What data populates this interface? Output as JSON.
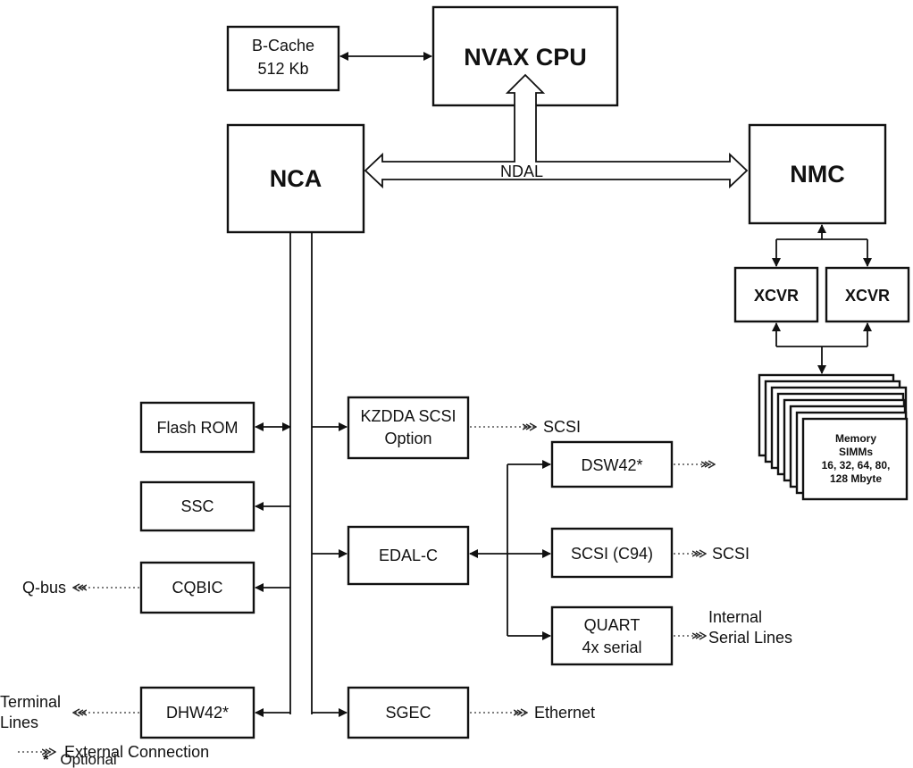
{
  "cpu": "NVAX CPU",
  "bcache": [
    "B-Cache",
    "512 Kb"
  ],
  "nca": "NCA",
  "nmc": "NMC",
  "ndal": "NDAL",
  "xcvr_left": "XCVR",
  "xcvr_right": "XCVR",
  "memory": [
    "Memory",
    "SIMMs",
    "16, 32, 64, 80,",
    "128 Mbyte"
  ],
  "flash_rom": "Flash ROM",
  "ssc": "SSC",
  "cqbic": "CQBIC",
  "dhw42": "DHW42*",
  "kzdda": [
    "KZDDA SCSI",
    "Option"
  ],
  "edal": "EDAL-C",
  "sgec": "SGEC",
  "dsw42": "DSW42*",
  "scsi_c94": "SCSI (C94)",
  "quart": [
    "QUART",
    "4x serial"
  ],
  "ext_scsi_top": "SCSI",
  "ext_scsi_c94": "SCSI",
  "ext_internal": [
    "Internal",
    "Serial Lines"
  ],
  "ext_ethernet": "Ethernet",
  "ext_qbus": "Q-bus",
  "ext_terminal": [
    "Terminal",
    "Lines"
  ],
  "legend_external": "External Connection",
  "legend_optional": "Optional",
  "legend_asterisk": "*"
}
